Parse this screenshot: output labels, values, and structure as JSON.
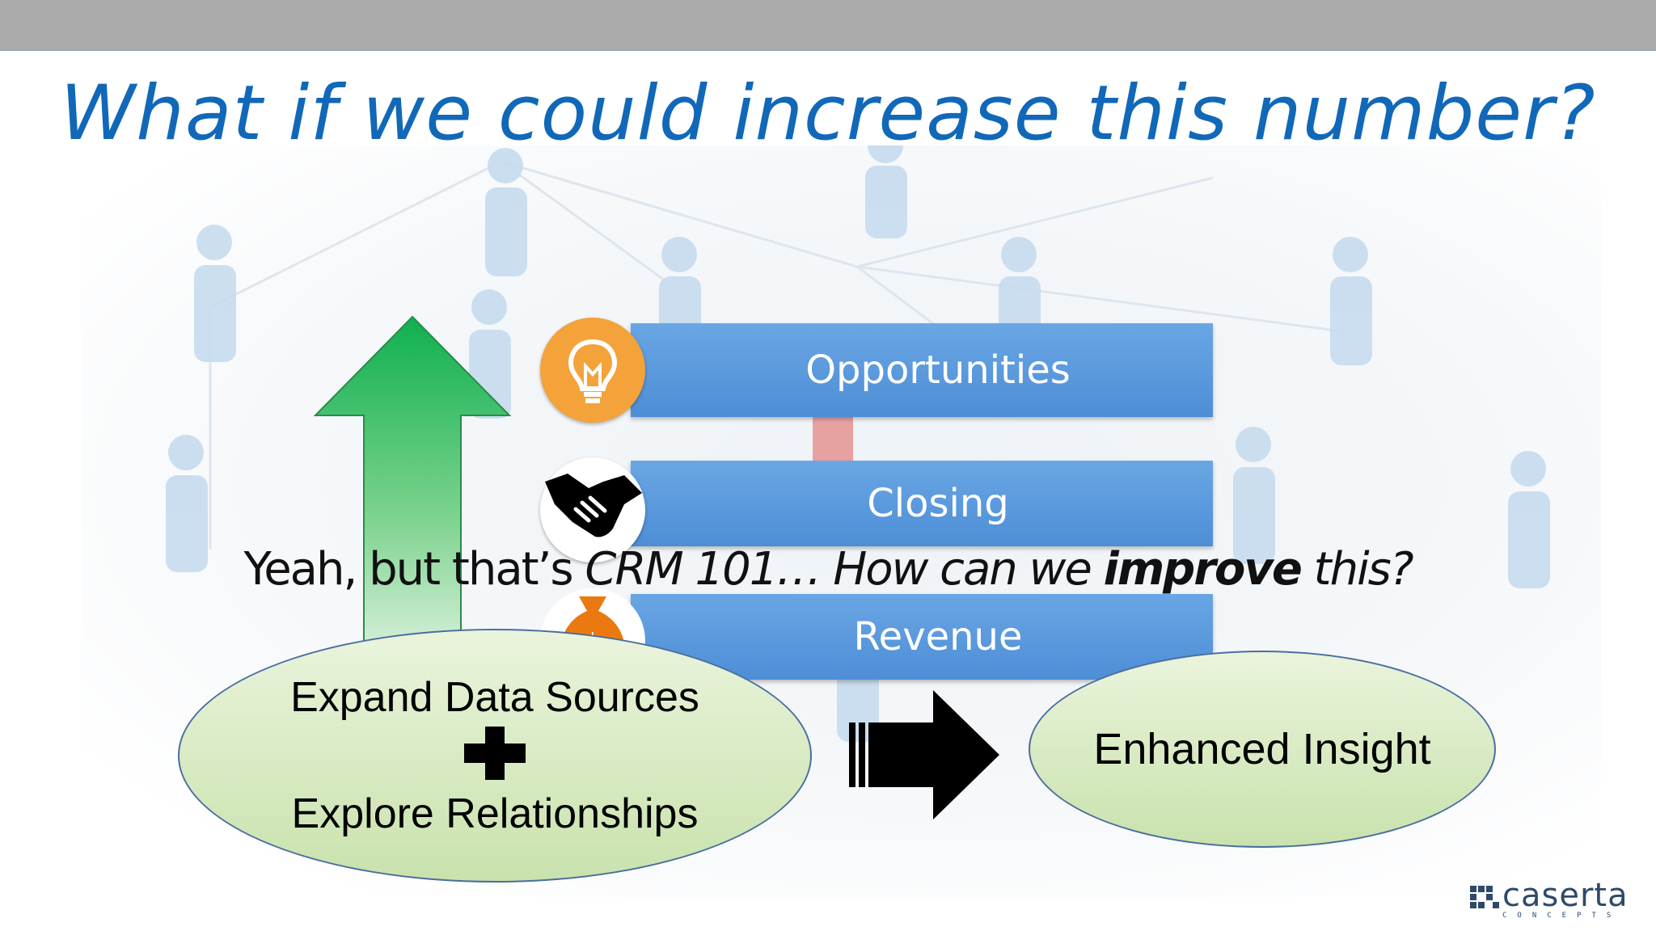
{
  "slide": {
    "title": "What if we could increase this number?",
    "bars": [
      {
        "label": "Opportunities",
        "icon": "lightbulb-icon"
      },
      {
        "label": "Closing",
        "icon": "handshake-icon"
      },
      {
        "label": "Revenue",
        "icon": "money-bag-icon"
      }
    ],
    "subtext": {
      "part1": "Yeah, but that’s ",
      "part2": "CRM 101…  How can we ",
      "part3": "improve",
      "part4": " this?"
    },
    "left_ellipse": {
      "line1": "Expand Data Sources",
      "line2": "Explore Relationships"
    },
    "right_ellipse": {
      "label": "Enhanced Insight"
    },
    "logo": {
      "name": "caserta",
      "tagline": "CONCEPTS"
    }
  },
  "colors": {
    "title": "#1168b8",
    "bar": "#5a9ade",
    "lightbulb_circle": "#f4a23a",
    "arrow_green": "#19b457",
    "ellipse_fill": "#d6eac2"
  }
}
